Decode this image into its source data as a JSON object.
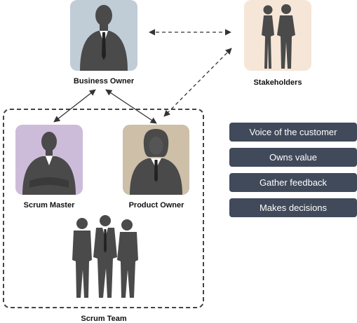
{
  "roles": {
    "business_owner": {
      "label": "Business Owner"
    },
    "stakeholders": {
      "label": "Stakeholders"
    },
    "scrum_master": {
      "label": "Scrum Master"
    },
    "product_owner": {
      "label": "Product Owner"
    },
    "scrum_team": {
      "label": "Scrum Team"
    }
  },
  "tags": [
    {
      "text": "Voice of the customer"
    },
    {
      "text": "Owns value"
    },
    {
      "text": "Gather feedback"
    },
    {
      "text": "Makes decisions"
    }
  ],
  "colors": {
    "business_owner_bg": "#c0ccd6",
    "stakeholders_bg": "#f6e6d8",
    "scrum_master_bg": "#cdbcd9",
    "product_owner_bg": "#cdbfa8",
    "silhouette": "#4a4a4a",
    "tag_bg": "#414a5a"
  },
  "icons": {
    "business_owner": "businessman-silhouette-icon",
    "stakeholders": "couple-silhouette-icon",
    "scrum_master": "man-arms-crossed-silhouette-icon",
    "product_owner": "woman-silhouette-icon",
    "scrum_team": "group-silhouette-icon"
  }
}
